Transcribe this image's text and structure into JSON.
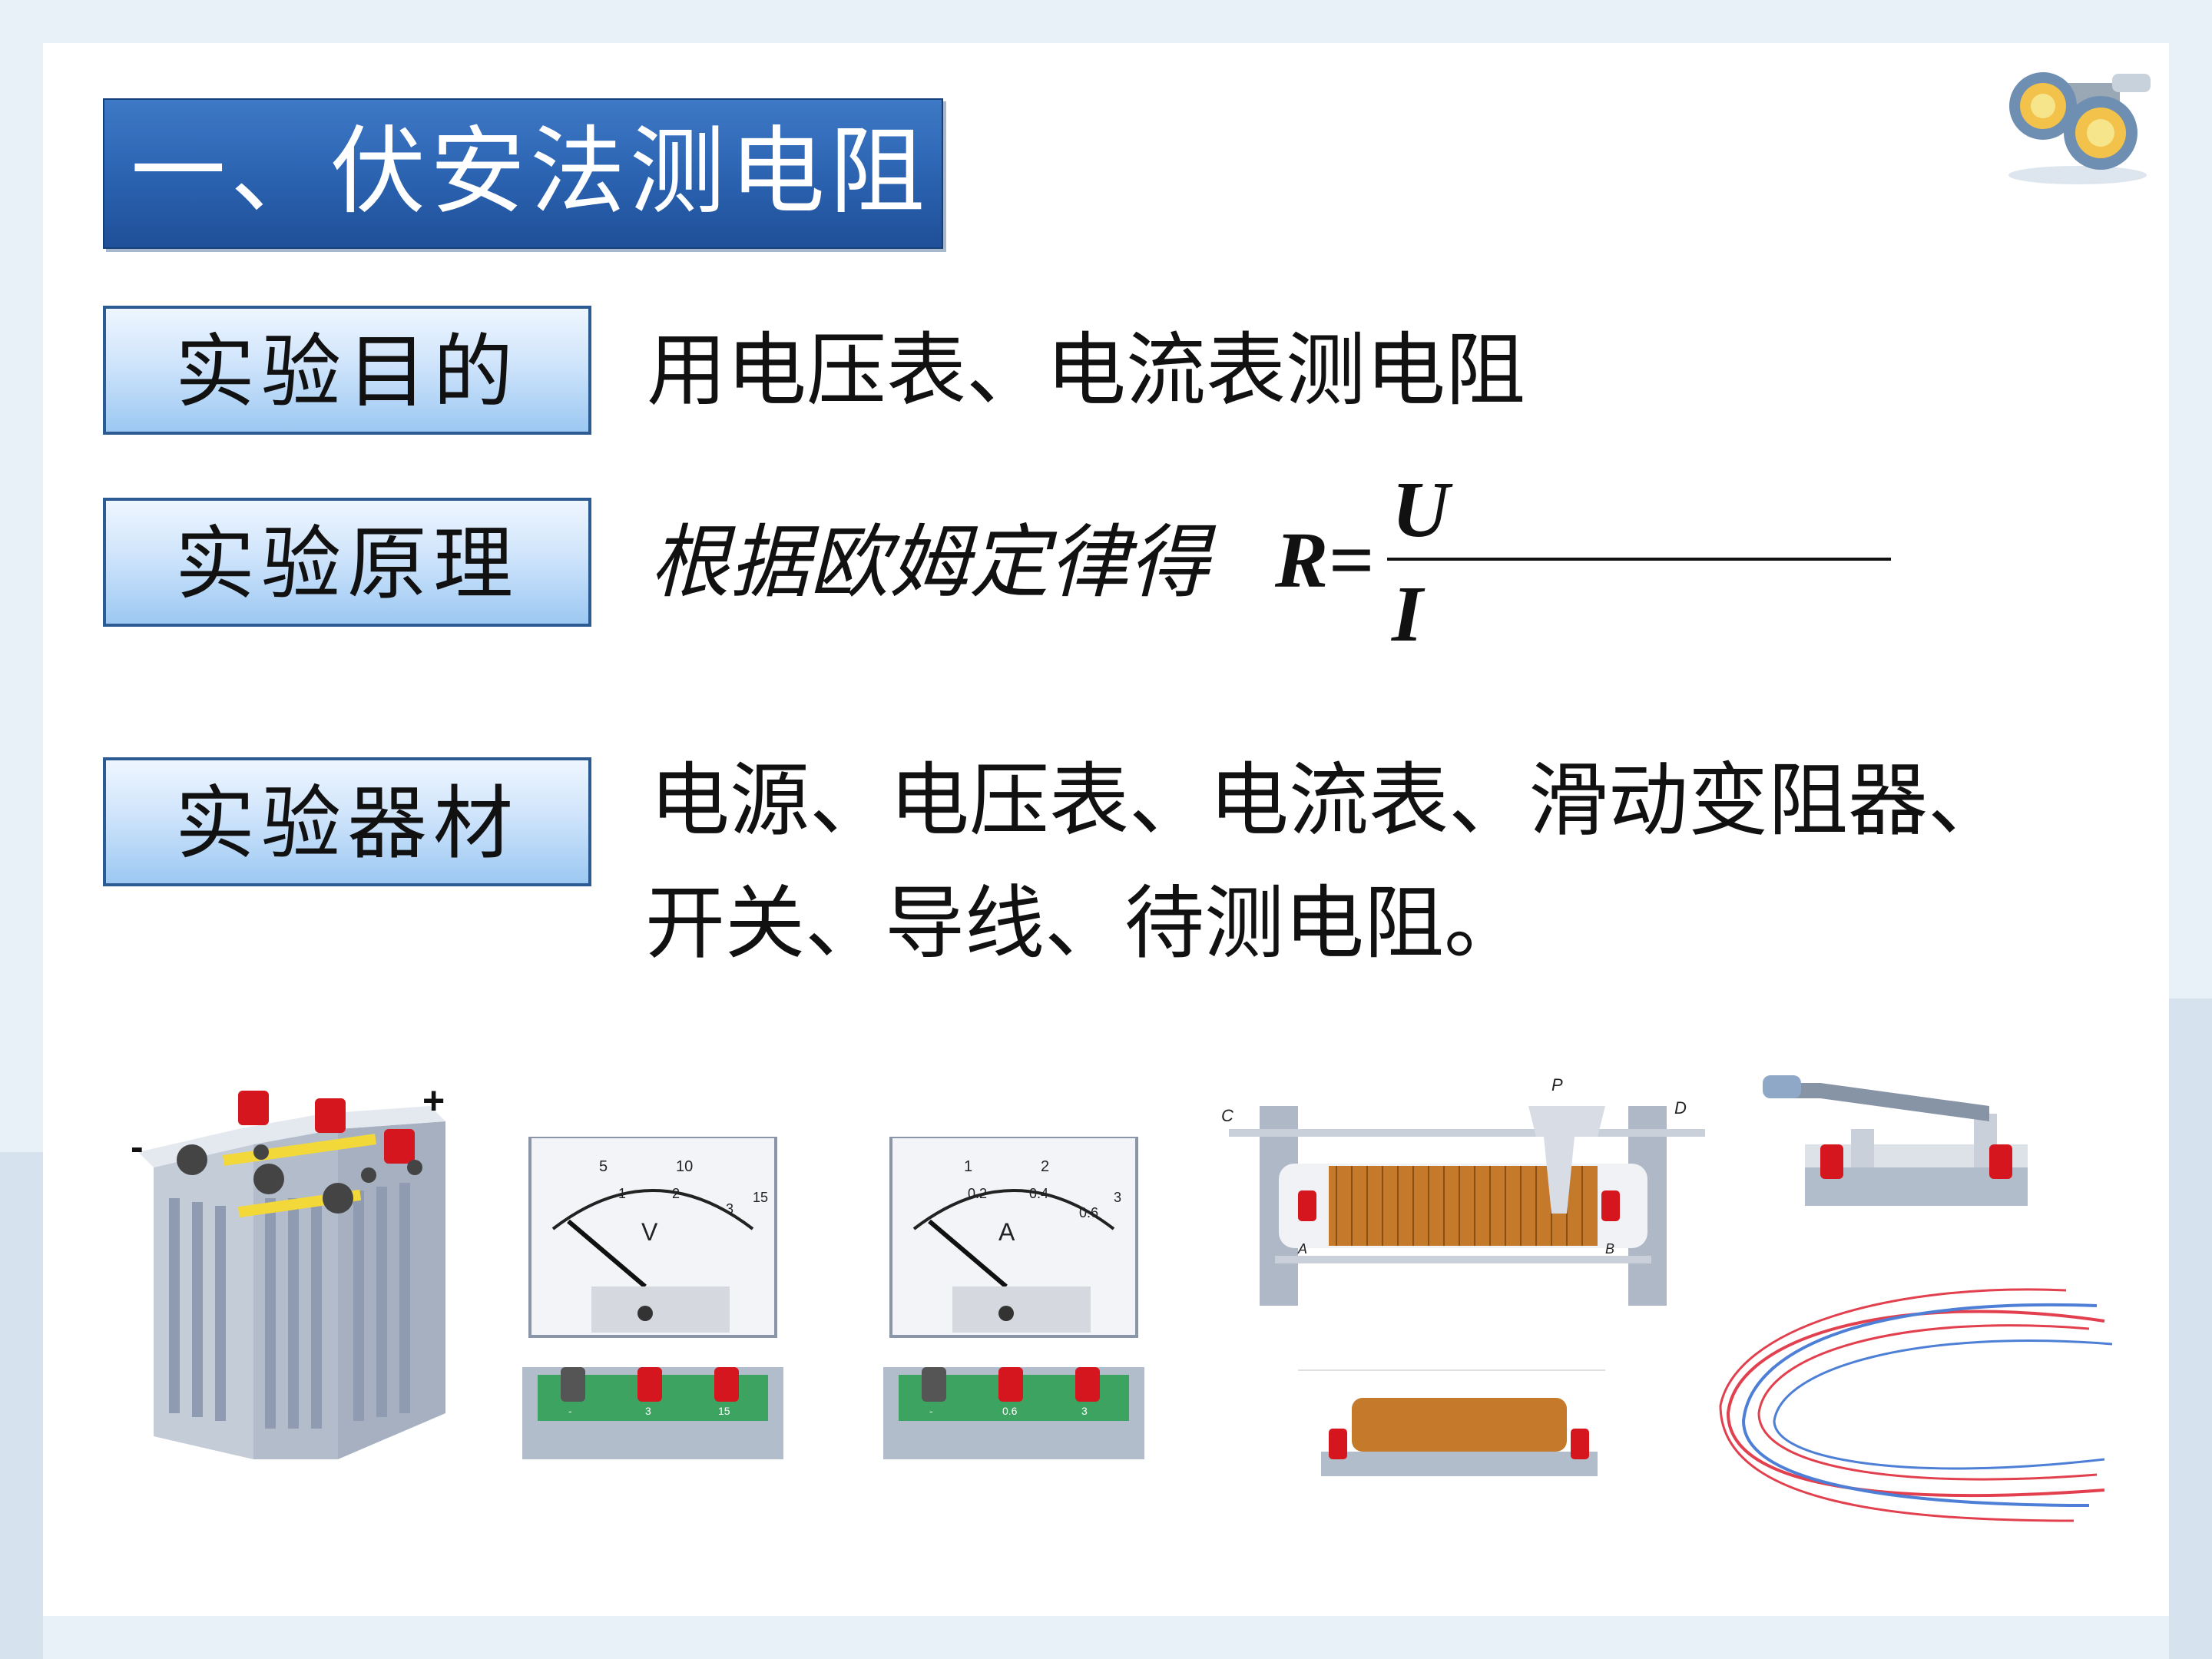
{
  "title": "一、伏安法测电阻",
  "sections": [
    {
      "label": "实验目的",
      "content": "用电压表、电流表测电阻"
    },
    {
      "label": "实验原理",
      "content": "根据欧姆定律得",
      "formula": {
        "lhs": "R=",
        "numerator": "U",
        "denominator": "I"
      }
    },
    {
      "label": "实验器材",
      "content_line1": "电源、电压表、电流表、滑动变阻器、",
      "content_line2": "开关、导线、待测电阻。"
    }
  ],
  "battery": {
    "minus": "-",
    "plus": "+"
  },
  "voltmeter": {
    "symbol": "V",
    "scale_top": [
      "5",
      "10"
    ],
    "scale_bottom": [
      "1",
      "2",
      "3"
    ],
    "scale_end": "15",
    "terminals": [
      "-",
      "3",
      "15"
    ]
  },
  "ammeter": {
    "symbol": "A",
    "scale_top": [
      "1",
      "2"
    ],
    "scale_bottom": [
      "0.2",
      "0.4",
      "0.6"
    ],
    "scale_end": "3",
    "terminals": [
      "-",
      "0.6",
      "3"
    ]
  },
  "rheostat": {
    "labels": {
      "c": "C",
      "p": "P",
      "d": "D",
      "a": "A",
      "b": "B"
    }
  },
  "colors": {
    "title_bg": "#2a62b0",
    "label_bg": "#b7d7f7",
    "label_border": "#2c5a93",
    "terminal_red": "#d6161e"
  }
}
